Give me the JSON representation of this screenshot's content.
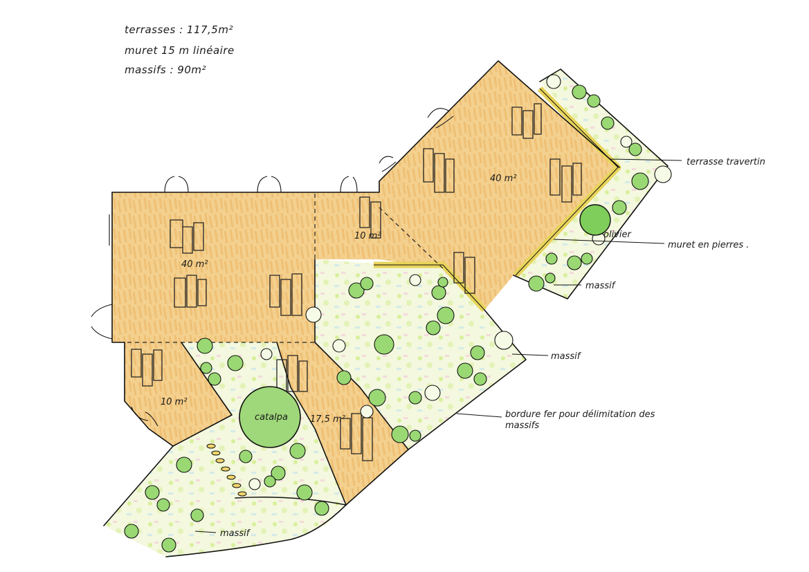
{
  "legend": {
    "terraces": "terrasses : 117,5m²",
    "wall": "muret 15 m linéaire",
    "beds": "massifs : 90m²"
  },
  "areas": {
    "main_terrace": "40 m²",
    "right_terrace": "40 m²",
    "mid_terrace": "10 m²",
    "lower_left_terrace": "10 m²",
    "lower_mid_terrace": "17,5 m²"
  },
  "tree": {
    "label": "catalpa"
  },
  "annotations": {
    "travertine": "terrasse travertin",
    "olive": "olivier",
    "stone_wall": "muret en pierres .",
    "bed_right": "massif",
    "bed_center": "massif",
    "edging": "bordure fer pour délimitation des massifs",
    "bed_bottom": "massif"
  },
  "colors": {
    "terrace_fill": "#f2c77c",
    "terrace_fill_light": "#f7dca5",
    "bed_fill": "#eef5cf",
    "plant": "#8fd16a",
    "plant_dark": "#5fb84a",
    "wall": "#f3e68a",
    "ink": "#111111"
  }
}
